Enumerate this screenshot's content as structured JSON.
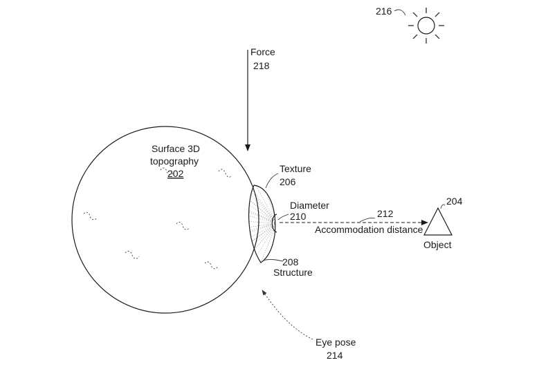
{
  "labels": {
    "surface_line1": "Surface 3D",
    "surface_line2": "topography",
    "surface_ref": "202",
    "force_label": "Force",
    "force_ref": "218",
    "texture_label": "Texture",
    "texture_ref": "206",
    "diameter_label": "Diameter",
    "diameter_ref": "210",
    "distance_ref": "212",
    "distance_label": "Accommodation distance",
    "object_ref": "204",
    "object_label": "Object",
    "structure_ref": "208",
    "structure_label": "Structure",
    "eye_pose_label": "Eye pose",
    "eye_pose_ref": "214",
    "sun_ref": "216"
  },
  "icons": {
    "light_source": "sun-icon",
    "object": "triangle-icon"
  },
  "colors": {
    "ink": "#1a1a1a",
    "background": "#ffffff"
  }
}
